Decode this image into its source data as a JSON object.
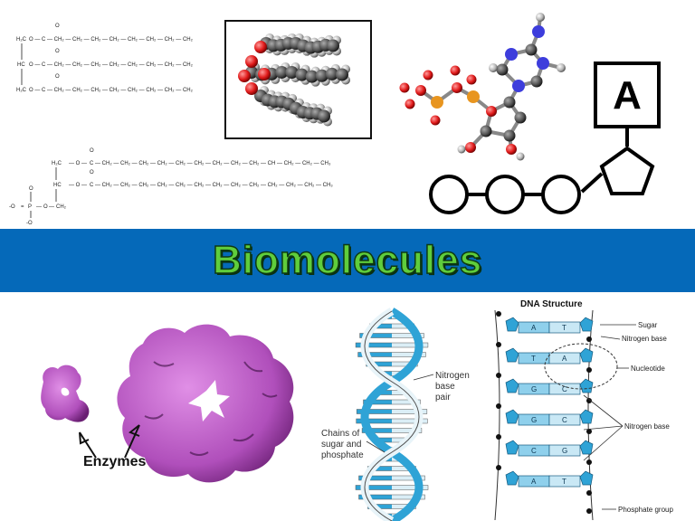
{
  "title": "Biomolecules",
  "colors": {
    "banner": "#0569b9",
    "title_fill": "#5fcd3c",
    "enzyme": "#c266cc",
    "dna": "#2fa3d6"
  },
  "lipids": {
    "triglyceride_labels": [
      "H₂C",
      "HC",
      "H₂C"
    ],
    "chain_text": "O — C — CH₂ — CH₂ — CH₂ — CH₂ — CH₂ — CH₂ — CH₂ — CH₂",
    "phospholipid_chain_1": "C — CH₂ — CH₂ — CH₂ — CH₂ — CH₂ — CH₂ — CH₂ — CH₂ — CH₂ — CH — CH₂ — CH₂ — CH₃",
    "phospholipid_chain_2": "C — CH₂ — CH₂ — CH₂ — CH₂ — CH₂ — CH₂ — CH₂ — CH₂ — CH₂ — CH₂ — CH₂ — CH₂ — CH₃",
    "phospholipid_labels": [
      "H₂C",
      "HC",
      "CH₂"
    ],
    "phosphate_labels": [
      "O",
      "-O",
      "P",
      "O",
      "-O"
    ]
  },
  "atp": {
    "symbol": "A"
  },
  "enzymes": {
    "label": "Enzymes"
  },
  "dna_helix": {
    "label_base_pair": [
      "Nitrogen",
      "base",
      "pair"
    ],
    "label_chains": [
      "Chains of",
      "sugar and",
      "phosphate"
    ]
  },
  "dna_structure": {
    "title": "DNA Structure",
    "pairs": [
      [
        "A",
        "T"
      ],
      [
        "T",
        "A"
      ],
      [
        "G",
        "C"
      ],
      [
        "G",
        "C"
      ],
      [
        "C",
        "G"
      ],
      [
        "A",
        "T"
      ]
    ],
    "labels": {
      "sugar": "Sugar",
      "nitrogen_base_top": "Nitrogen base",
      "nucleotide": "Nucleotide",
      "nitrogen_base_mid": "Nitrogen base",
      "phosphate": "Phosphate group"
    }
  }
}
